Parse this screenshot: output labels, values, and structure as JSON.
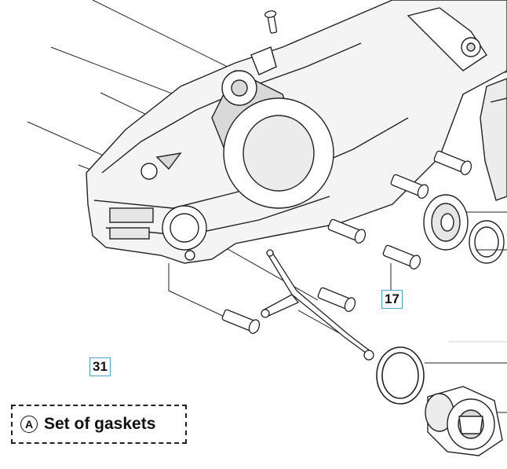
{
  "diagram": {
    "part_callouts": [
      {
        "id": "17",
        "label": "17"
      },
      {
        "id": "31",
        "label": "31"
      }
    ],
    "legend": {
      "symbol": "A",
      "text": "Set of gaskets"
    },
    "colors": {
      "callout_border": "#4aa6c8",
      "line": "#222222",
      "part_fill": "#f4f4f4",
      "part_shade": "#d9d9d9"
    }
  }
}
